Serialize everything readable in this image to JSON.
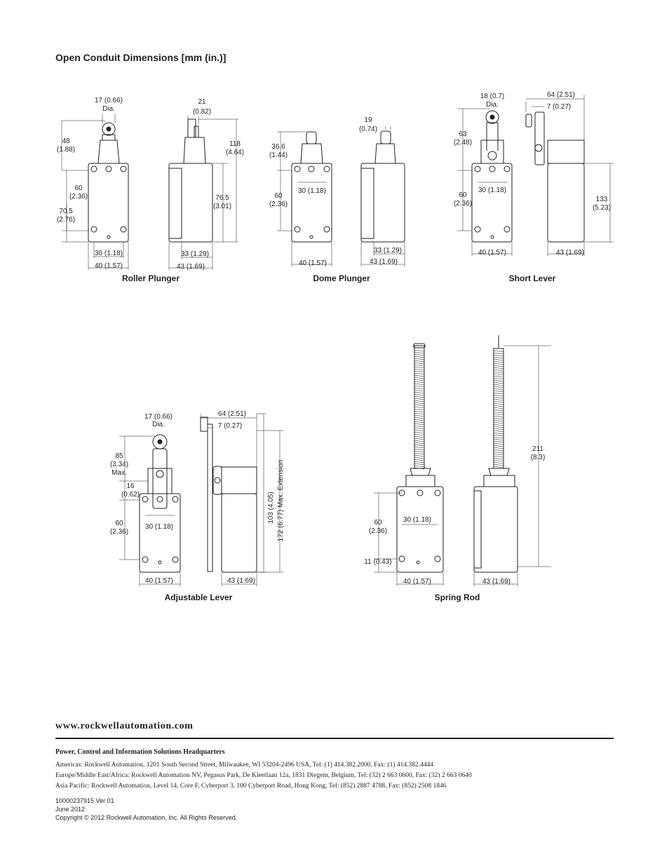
{
  "title": "Open Conduit Dimensions [mm (in.)]",
  "captions": {
    "roller": "Roller Plunger",
    "dome": "Dome Plunger",
    "short": "Short Lever",
    "adjustable": "Adjustable Lever",
    "spring": "Spring Rod"
  },
  "dims": {
    "r_dia": "17 (0.66)",
    "r_dia2": "Dia.",
    "r_48": "48",
    "r_48i": "(1.88)",
    "r_60": "60",
    "r_60i": "(2.36)",
    "r_705": "70.5",
    "r_705i": "(2.76)",
    "r_30": "30 (1.18)",
    "r_40": "40 (1.57)",
    "r_21": "21",
    "r_21i": "(0.82)",
    "r_118": "118",
    "r_118i": "(4.64)",
    "r_765": "76.5",
    "r_765i": "(3.01)",
    "r_33": "33 (1.29)",
    "r_43": "43 (1.69)",
    "d_366": "36.6",
    "d_366i": "(1.44)",
    "d_60": "60",
    "d_60i": "(2.36)",
    "d_30": "30 (1.18)",
    "d_40": "40 (1.57)",
    "d_19": "19",
    "d_19i": "(0.74)",
    "d_33": "33 (1.29)",
    "d_43": "43 (1.69)",
    "s_dia": "18 (0.7)",
    "s_dia2": "Dia.",
    "s_63": "63",
    "s_63i": "(2.48)",
    "s_60": "60",
    "s_60i": "(2.36)",
    "s_30": "30 (1.18)",
    "s_40": "40 (1.57)",
    "s_64": "64 (2.51)",
    "s_7": "7 (0.27)",
    "s_133": "133",
    "s_133i": "(5.23)",
    "s_43": "43 (1.69)",
    "a_dia": "17 (0.66)",
    "a_dia2": "Dia.",
    "a_85": "85",
    "a_85i": "(3.34)",
    "a_85m": "Max.",
    "a_16": "16",
    "a_16i": "(0.62)",
    "a_60": "60",
    "a_60i": "(2.36)",
    "a_30": "30 (1.18)",
    "a_40": "40 (1.57)",
    "a_64": "64 (2.51)",
    "a_7": "7 (0.27)",
    "a_103": "103 (4.05)",
    "a_172": "172 (6.77) Max. Extension",
    "a_43": "43 (1.69)",
    "sp_60": "60",
    "sp_60i": "(2.36)",
    "sp_11": "11 (0.43)",
    "sp_30": "30 (1.18)",
    "sp_40": "40 (1.57)",
    "sp_211": "211",
    "sp_211i": "(8.3)",
    "sp_43": "43 (1.69)"
  },
  "footer": {
    "url": "www.rockwellautomation.com",
    "hq": "Power, Control and Information Solutions Headquarters",
    "americas": "Americas: Rockwell Automation, 1201 South Second Street, Milwaukee, WI 53204-2496 USA, Tel: (1) 414.382.2000, Fax: (1) 414.382.4444",
    "europe": "Europe/Middle East/Africa: Rockwell Automation NV, Pegasus Park, De Kleetlaan 12a, 1831 Diegem, Belgium, Tel: (32) 2 663 0600, Fax: (32) 2 663 0640",
    "asia": "Asia Pacific: Rockwell Automation, Level 14, Core F, Cyberport 3, 100 Cyberport Road, Hong Kong, Tel: (852) 2887 4788, Fax: (852) 2508 1846",
    "docnum": "10000237915 Ver 01",
    "date": "June 2012",
    "copyright": "Copyright © 2012 Rockwell Automation, Inc. All Rights Reserved."
  }
}
